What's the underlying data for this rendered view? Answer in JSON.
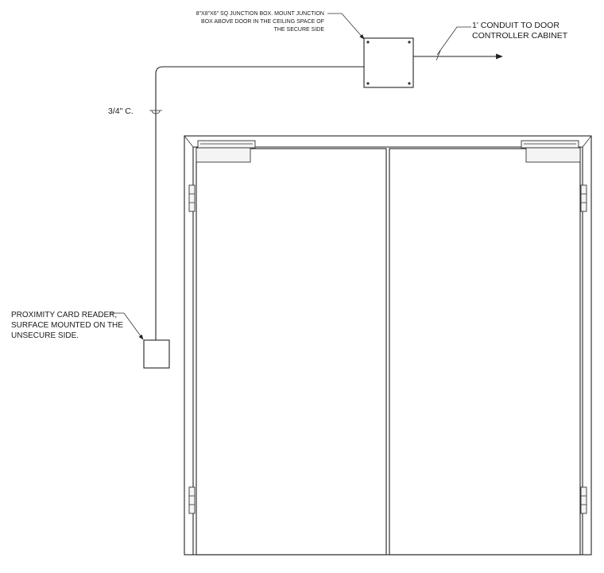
{
  "junction_box_note": [
    "8\"X8\"X6\" SQ JUNCTION BOX.  MOUNT JUNCTION",
    "BOX ABOVE DOOR IN THE CEILING SPACE OF",
    "THE SECURE SIDE"
  ],
  "conduit_to_cabinet_note": [
    "1' CONDUIT TO DOOR",
    "CONTROLLER CABINET"
  ],
  "conduit_size_label": "3/4\" C.",
  "card_reader_note": [
    "PROXIMITY CARD READER,",
    "SURFACE MOUNTED ON THE",
    "UNSECURE SIDE."
  ],
  "colors": {
    "line": "#222222",
    "background": "#ffffff"
  },
  "icons": [
    "junction-box",
    "card-reader",
    "door-closer",
    "hinge",
    "arrow-head"
  ]
}
